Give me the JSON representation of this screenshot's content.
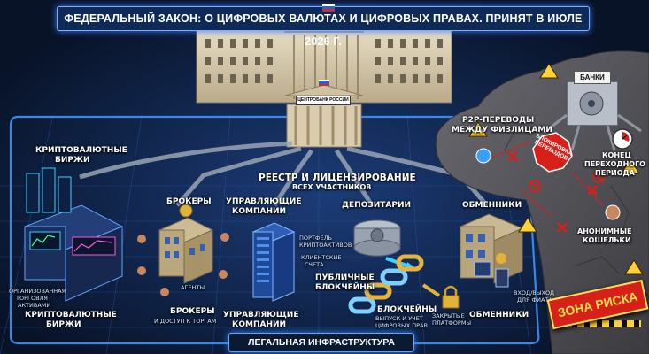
{
  "header": {
    "title": "ФЕДЕРАЛЬНЫЙ ЗАКОН: О ЦИФРОВЫХ ВАЛЮТАХ И ЦИФРОВЫХ ПРАВАХ. ПРИНЯТ В ИЮЛЕ 2026 Г."
  },
  "central_bank": {
    "sign": "ЦЕНТРОБАНК РОССИИ"
  },
  "registry": {
    "line1": "РЕЕСТР И ЛИЦЕНЗИРОВАНИЕ",
    "line2": "ВСЕХ УЧАСТНИКОВ"
  },
  "exchanges": {
    "top_line1": "КРИПТОВАЛЮТНЫЕ",
    "top_line2": "БИРЖИ",
    "note_line1": "ОРГАНИЗОВАННАЯ",
    "note_line2": "ТОРГОВЛЯ",
    "note_line3": "АКТИВАМИ",
    "bottom_line1": "КРИПТОВАЛЮТНЫЕ",
    "bottom_line2": "БИРЖИ"
  },
  "brokers": {
    "top": "БРОКЕРЫ",
    "agents": "АГЕНТЫ",
    "bottom_line1": "БРОКЕРЫ",
    "bottom_line2": "И ДОСТУП К ТОРГАМ"
  },
  "management": {
    "top_line1": "УПРАВЛЯЮЩИЕ",
    "top_line2": "КОМПАНИИ",
    "portfolio_line1": "ПОРТФЕЛЬ",
    "portfolio_line2": "КРИПТОАКТИВОВ",
    "clients_line1": "КЛИЕНТСКИЕ",
    "clients_line2": "СЧЕТА",
    "bottom_line1": "УПРАВЛЯЮЩИЕ",
    "bottom_line2": "КОМПАНИИ"
  },
  "depositories": {
    "top": "ДЕПОЗИТАРИИ"
  },
  "blockchain": {
    "public_line1": "ПУБЛИЧНЫЕ",
    "public_line2": "БЛОКЧЕЙНЫ",
    "chains": "БЛОКЧЕЙНЫ",
    "issue_line1": "ВЫПУСК И УЧЕТ",
    "issue_line2": "ЦИФРОВЫХ ПРАВ",
    "closed_line1": "ЗАКРЫТЫЕ",
    "closed_line2": "ПЛАТФОРМЫ"
  },
  "exchangers": {
    "top": "ОБМЕННИКИ",
    "fiat_line1": "ВХОД/ВЫХОД",
    "fiat_line2": "ДЛЯ ФИАТА",
    "bottom": "ОБМЕННИКИ"
  },
  "risk": {
    "p2p_line1": "P2P-ПЕРЕВОДЫ",
    "p2p_line2": "МЕЖДУ ФИЗЛИЦАМИ",
    "banks": "БАНКИ",
    "block_line1": "БЛОКИРОВКА",
    "block_line2": "ПЕРЕВОДОВ",
    "transition_line1": "КОНЕЦ",
    "transition_line2": "ПЕРЕХОДНОГО",
    "transition_line3": "ПЕРИОДА",
    "wallets_line1": "АНОНИМНЫЕ",
    "wallets_line2": "КОШЕЛЬКИ",
    "zone": "ЗОНА РИСКА"
  },
  "footer": {
    "legal": "ЛЕГАЛЬНАЯ ИНФРАСТРУКТУРА"
  },
  "colors": {
    "background": "#0b1a33",
    "neon": "#2f86ff",
    "risk_red": "#d8201a",
    "warning_yellow": "#ffd23a",
    "rock": "#5b5b61"
  }
}
